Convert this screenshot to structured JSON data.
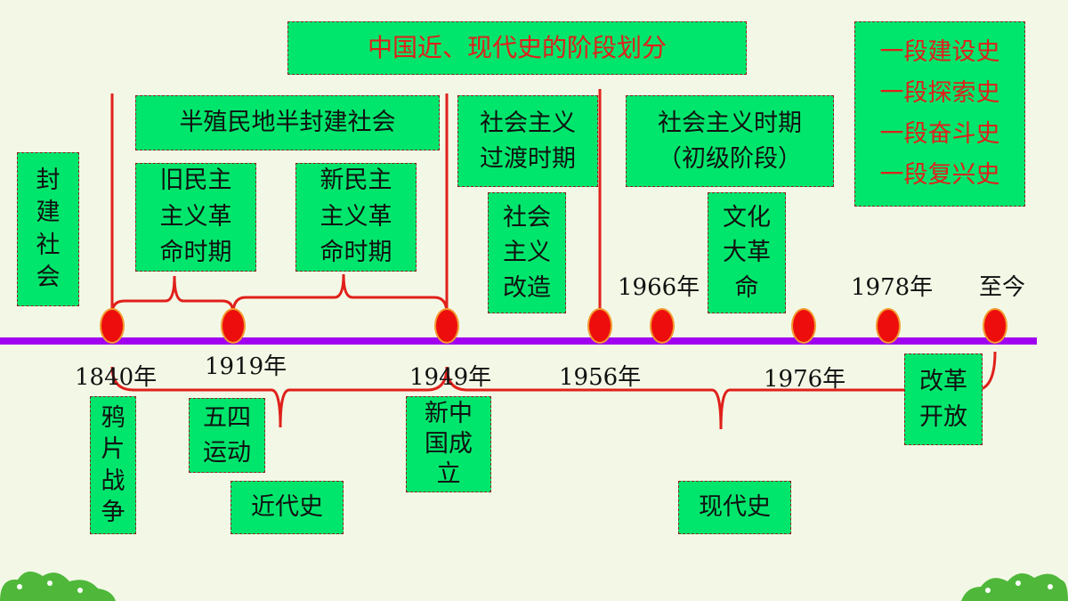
{
  "title": "中国近、现代史的阶段划分",
  "slogans": [
    "一段建设史",
    "一段探索史",
    "一段奋斗史",
    "一段复兴史"
  ],
  "society": {
    "feudal": "封\n建\n社\n会",
    "semi_colonial": "半殖民地半封建社会",
    "transition": "社会主义\n过渡时期",
    "socialism": "社会主义时期\n（初级阶段）"
  },
  "periods": {
    "old_democratic": "旧民主\n主义革\n命时期",
    "new_democratic": "新民主\n主义革\n命时期",
    "socialist_transformation": "社会\n主义\n改造",
    "cultural_revolution": "文化\n大革\n命"
  },
  "years": [
    "1840年",
    "1919年",
    "1949年",
    "1956年",
    "1966年",
    "1976年",
    "1978年",
    "至今"
  ],
  "events": {
    "opium_war": "鸦\n片\n战\n争",
    "may_fourth": "五四\n运动",
    "prc_founding": "新中\n国成\n立",
    "reform": "改革\n开放"
  },
  "eras": {
    "modern": "近代史",
    "contemporary": "现代史"
  },
  "colors": {
    "box": "#00e66c",
    "axis": "#a100f0",
    "dot": "#ee0d0d",
    "line": "#e0201a",
    "title_text": "#e0201a"
  }
}
